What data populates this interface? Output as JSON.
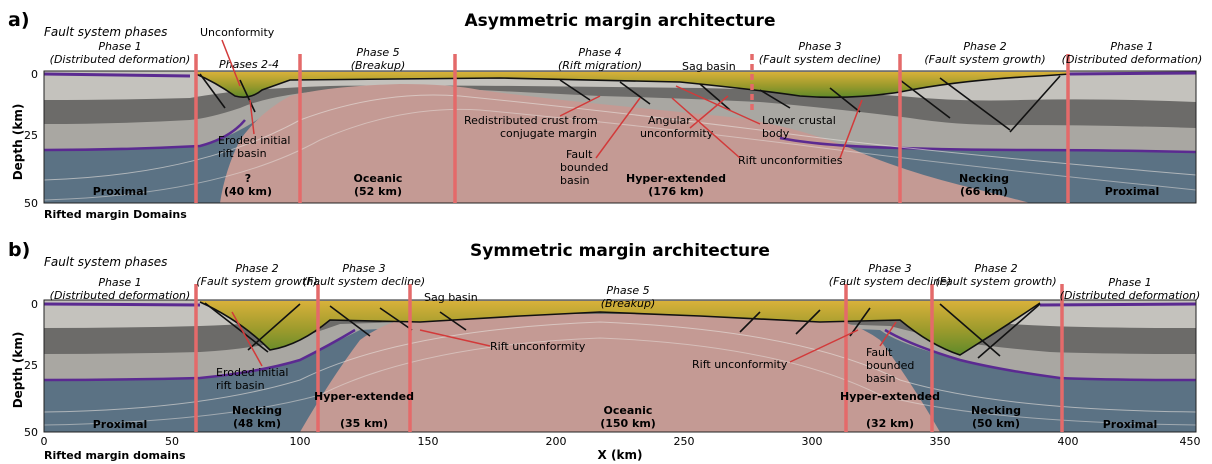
{
  "panel_a": {
    "letter": "a)",
    "title": "Asymmetric margin architecture",
    "phases_heading": "Fault system phases",
    "domains_heading": "Rifted margin Domains",
    "ylabel": "Depth (km)",
    "yticks": [
      "0",
      "25",
      "50"
    ],
    "phases": [
      {
        "name": "Phase 1",
        "sub": "(Distributed deformation)"
      },
      {
        "name": "Phases 2-4",
        "sub": ""
      },
      {
        "name": "Phase 5",
        "sub": "(Breakup)"
      },
      {
        "name": "Phase 4",
        "sub": "(Rift migration)"
      },
      {
        "name": "Phase 3",
        "sub": "(Fault system decline)"
      },
      {
        "name": "Phase 2",
        "sub": "(Fault system growth)"
      },
      {
        "name": "Phase 1",
        "sub": "(Distributed deformation)"
      }
    ],
    "domains": [
      {
        "name": "Proximal",
        "width": ""
      },
      {
        "name": "?",
        "width": "(40 km)"
      },
      {
        "name": "Oceanic",
        "width": "(52 km)"
      },
      {
        "name": "Hyper-extended",
        "width": "(176 km)"
      },
      {
        "name": "Necking",
        "width": "(66 km)"
      },
      {
        "name": "Proximal",
        "width": ""
      }
    ],
    "annotations": {
      "unconformity": "Unconformity",
      "sag_basin": "Sag basin",
      "eroded_1": "Eroded initial",
      "eroded_2": "rift basin",
      "redistributed_1": "Redistributed crust from",
      "redistributed_2": "conjugate margin",
      "angular_1": "Angular",
      "angular_2": "unconformity",
      "lower_crustal_1": "Lower crustal",
      "lower_crustal_2": "body",
      "fault_basin_1": "Fault",
      "fault_basin_2": "bounded",
      "fault_basin_3": "basin",
      "rift_unconformities": "Rift unconformities"
    }
  },
  "panel_b": {
    "letter": "b)",
    "title": "Symmetric margin architecture",
    "phases_heading": "Fault system phases",
    "domains_heading": "Rifted margin domains",
    "ylabel": "Depth (km)",
    "yticks": [
      "0",
      "25",
      "50"
    ],
    "xlabel": "X (km)",
    "xticks": [
      "0",
      "50",
      "100",
      "150",
      "200",
      "250",
      "300",
      "350",
      "400",
      "450"
    ],
    "phases": [
      {
        "name": "Phase 1",
        "sub": "(Distributed deformation)"
      },
      {
        "name": "Phase 2",
        "sub": "(Fault system growth)"
      },
      {
        "name": "Phase 3",
        "sub": "(Fault system decline)"
      },
      {
        "name": "Phase 5",
        "sub": "(Breakup)"
      },
      {
        "name": "Phase 3",
        "sub": "(Fault system decline)"
      },
      {
        "name": "Phase 2",
        "sub": "(Fault system growth)"
      },
      {
        "name": "Phase 1",
        "sub": "(Distributed deformation)"
      }
    ],
    "domains": [
      {
        "name": "Proximal",
        "width": ""
      },
      {
        "name": "Necking",
        "width": "(48 km)"
      },
      {
        "name": "Hyper-extended",
        "width": "(35 km)"
      },
      {
        "name": "Oceanic",
        "width": "(150 km)"
      },
      {
        "name": "Hyper-extended",
        "width": "(32 km)"
      },
      {
        "name": "Necking",
        "width": "(50 km)"
      },
      {
        "name": "Proximal",
        "width": ""
      }
    ],
    "annotations": {
      "sag_basin": "Sag basin",
      "rift_unconformity_left": "Rift unconformity",
      "rift_unconformity_right": "Rift unconformity",
      "eroded_1": "Eroded initial",
      "eroded_2": "rift basin",
      "fault_basin_1": "Fault",
      "fault_basin_2": "bounded",
      "fault_basin_3": "basin"
    }
  },
  "colors": {
    "upper_crust": "#c4c2bd",
    "middle_crust": "#6c6b69",
    "lower_crust": "#a9a7a2",
    "mantle": "#5b7284",
    "oceanic_asthenosphere": "#c49a94",
    "sediment_top": "#c9b034",
    "sediment_bottom": "#6b8f2a",
    "moho": "#5b2a91",
    "domain_boundary": "#e46a6a",
    "fault": "#111111"
  }
}
